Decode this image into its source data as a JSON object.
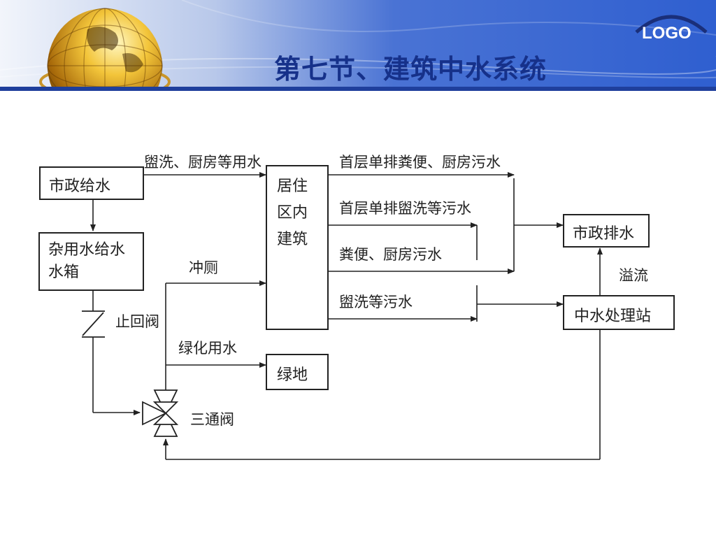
{
  "header": {
    "title": "第七节、建筑中水系统",
    "logo": "LOGO"
  },
  "diagram": {
    "nodes": {
      "municipal_supply": "市政给水",
      "misc_tank_line1": "杂用水给水",
      "misc_tank_line2": "水箱",
      "building_line1": "居住",
      "building_line2": "区内",
      "building_line3": "建筑",
      "green_land": "绿地",
      "municipal_drain": "市政排水",
      "reclaim_station": "中水处理站"
    },
    "labels": {
      "wash_kitchen_use": "盥洗、厨房等用水",
      "toilet_flush": "冲厕",
      "check_valve": "止回阀",
      "greening_water": "绿化用水",
      "three_way_valve": "三通阀",
      "ground_feces_kitchen": "首层单排粪便、厨房污水",
      "ground_wash": "首层单排盥洗等污水",
      "feces_kitchen": "粪便、厨房污水",
      "wash_sewage": "盥洗等污水",
      "overflow": "溢流"
    }
  }
}
